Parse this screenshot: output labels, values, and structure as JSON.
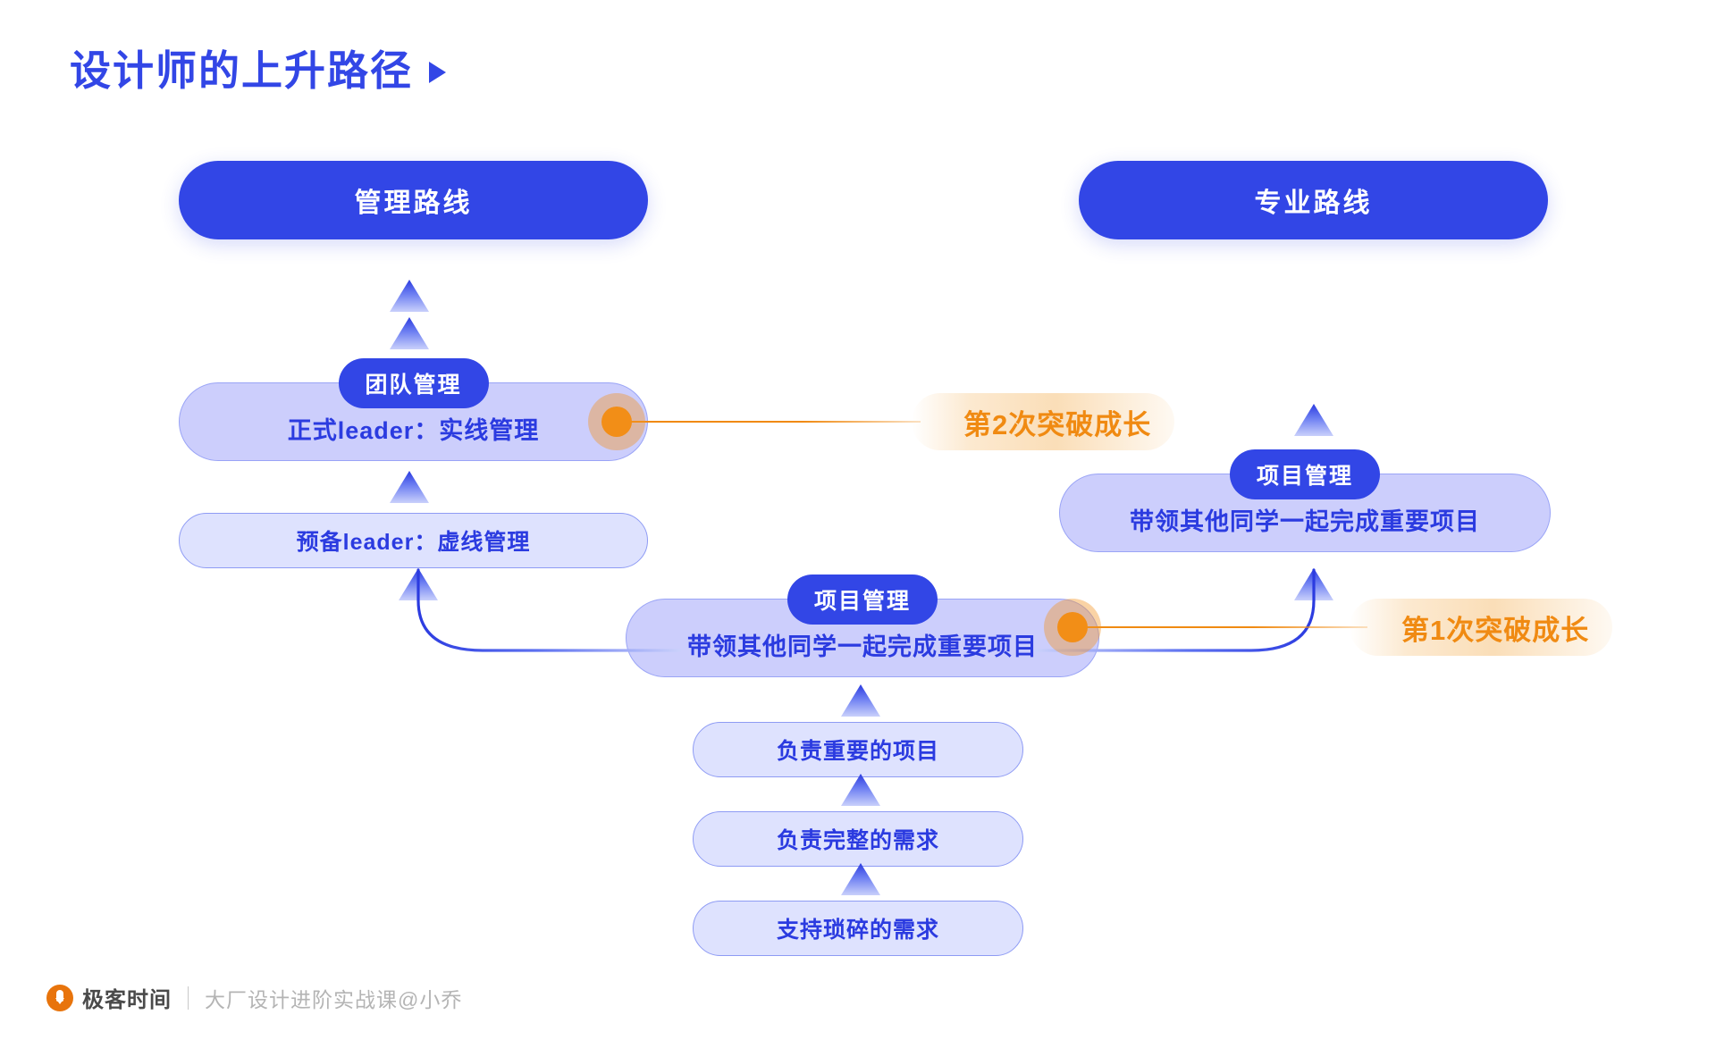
{
  "title": {
    "text": "设计师的上升路径",
    "play_icon": "play-triangle-icon",
    "color": "#3246E6"
  },
  "routes": [
    {
      "id": "management",
      "label": "管理路线"
    },
    {
      "id": "professional",
      "label": "专业路线"
    }
  ],
  "management_track": {
    "team_management": {
      "badge": "团队管理",
      "text": "正式leader：实线管理"
    },
    "prep_leader": {
      "text": "预备leader：虚线管理"
    }
  },
  "professional_track": {
    "project_management": {
      "badge": "项目管理",
      "text": "带领其他同学一起完成重要项目"
    }
  },
  "center_track": {
    "project_management": {
      "badge": "项目管理",
      "text": "带领其他同学一起完成重要项目"
    },
    "steps": [
      {
        "text": "负责重要的项目"
      },
      {
        "text": "负责完整的需求"
      },
      {
        "text": "支持琐碎的需求"
      }
    ]
  },
  "milestones": [
    {
      "id": "breakthrough-2",
      "label": "第2次突破成长"
    },
    {
      "id": "breakthrough-1",
      "label": "第1次突破成长"
    }
  ],
  "footer": {
    "logo_icon": "geekbang-logo-icon",
    "brand": "极客时间",
    "course": "大厂设计进阶实战课@小乔"
  },
  "colors": {
    "primary_blue": "#3246E6",
    "card_lavender": "#CCCEFC",
    "step_lavender": "#DEE2FE",
    "accent_orange": "#F28E17",
    "milestone_text": "#F08A12"
  }
}
